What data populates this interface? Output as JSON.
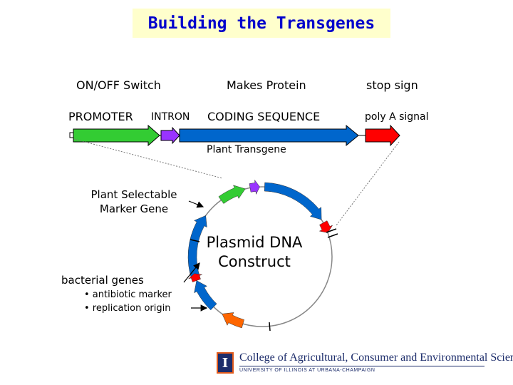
{
  "title": "Building the Transgenes",
  "labels": {
    "on_off_switch": "ON/OFF Switch",
    "makes_protein": "Makes Protein",
    "stop_sign": "stop sign",
    "promoter": "PROMOTER",
    "intron": "INTRON",
    "coding_sequence": "CODING SEQUENCE",
    "poly_a_signal": "poly A signal",
    "plant_transgene": "Plant Transgene",
    "plant_selectable_line1": "Plant Selectable",
    "plant_selectable_line2": "Marker Gene",
    "bacterial_genes": "bacterial genes",
    "antibiotic_marker": "• antibiotic marker",
    "replication_origin": "• replication origin",
    "plasmid_line1": "Plasmid DNA",
    "plasmid_line2": "Construct"
  },
  "footer": {
    "logo_letter": "I",
    "college": "College of Agricultural, Consumer and Environmental Sciences",
    "university": "UNIVERSITY OF ILLINOIS AT URBANA-CHAMPAIGN"
  },
  "colors": {
    "title_text": "#0000cc",
    "title_bg": "#ffffcc",
    "promoter": "#33cc33",
    "intron": "#9933ff",
    "coding_sequence": "#0066cc",
    "poly_a": "#ff0000",
    "selectable_marker": "#0066cc",
    "bacterial_marker": "#0066cc",
    "replication_origin": "#ff6600"
  }
}
